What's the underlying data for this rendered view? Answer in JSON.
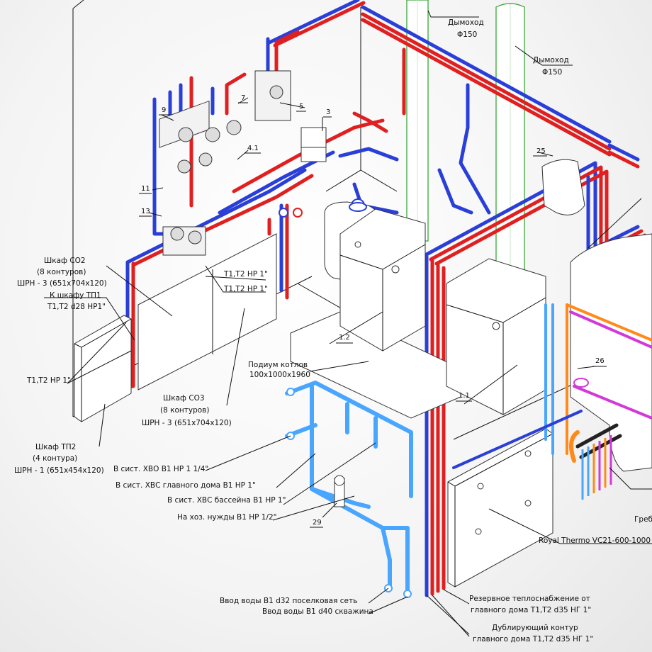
{
  "labels": {
    "chimney_1": "Дымоход",
    "chimney_1_size": "Φ150",
    "chimney_2": "Дымоход",
    "chimney_2_size": "Φ150",
    "cabinet_co2_title": "Шкаф СО2",
    "cabinet_co2_circuits": "(8 контуров)",
    "cabinet_co2_model": "ШРН - 3 (651х704х120)",
    "to_cabinet_tp1": "К шкафу ТП1",
    "to_cabinet_tp1_pipe": "Т1,Т2 d28 НР1\"",
    "t1t2_hp1_left": "Т1,Т2 НР 1\"",
    "t1t2_hp1_a": "Т1,Т2 НР 1\"",
    "t1t2_hp1_b": "Т1,Т2 НР 1\"",
    "cabinet_tp2_title": "Шкаф ТП2",
    "cabinet_tp2_circuits": "(4 контура)",
    "cabinet_tp2_model": "ШРН - 1 (651х454х120)",
    "cabinet_co3_title": "Шкаф СО3",
    "cabinet_co3_circuits": "(8 контуров)",
    "cabinet_co3_model": "ШРН - 3 (651х704х120)",
    "podium_title": "Подиум котлов",
    "podium_size": "100х1000х1960",
    "xvo_system": "В сист. ХВО В1 НР 1 1/4\"",
    "xvs_main": "В сист. ХВС главного дома В1 НР 1\"",
    "xvs_pool": "В сист. ХВС бассейна В1 НР 1\"",
    "household": "На хоз. нужды В1 НР 1/2\"",
    "water_in_1": "Ввод воды В1 d32 поселковая сеть",
    "water_in_2": "Ввод воды В1 d40 скважина",
    "backup_heat_1": "Резервное теплоснабжение от",
    "backup_heat_2": "главного дома Т1,Т2 d35 НГ 1\"",
    "dup_circuit_1": "Дублирующий контур",
    "dup_circuit_2": "главного дома Т1,Т2 d35 НГ 1\"",
    "boiler_model": "Royal Thermo VC21-600-1000",
    "cropped_right": "Греб"
  },
  "callouts": {
    "n9": "9",
    "n7": "7",
    "n5": "5",
    "n3": "3",
    "n41": "4.1",
    "n11": "11",
    "n13": "13",
    "n25": "25",
    "n12": "1.2",
    "n11b": "1.1",
    "n26": "26",
    "n29": "29"
  },
  "colors": {
    "supply": "#e02020",
    "return": "#2a3fd8",
    "cold_water": "#49a6ff",
    "flue": "#2aa02a",
    "orange_line": "#ff8a1a",
    "magenta_line": "#d13ad8"
  }
}
